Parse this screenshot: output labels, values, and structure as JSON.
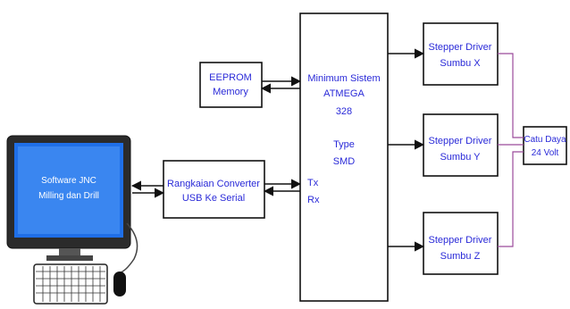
{
  "colors": {
    "text": "#2a2ad8",
    "line": "#111111",
    "power_line": "#9b4a9b",
    "screen": "#1f6fe8"
  },
  "computer": {
    "screen_lines": [
      "Software JNC",
      "Milling dan Drill"
    ]
  },
  "converter": {
    "lines": [
      "Rangkaian Converter",
      "USB  Ke Serial"
    ]
  },
  "eeprom": {
    "lines": [
      "EEPROM",
      "Memory"
    ]
  },
  "mcu": {
    "lines": [
      "Minimum Sistem",
      "ATMEGA",
      "328"
    ],
    "type_lines": [
      "Type",
      "SMD"
    ],
    "tx_label": "Tx",
    "rx_label": "Rx"
  },
  "drivers": [
    {
      "lines": [
        "Stepper Driver",
        "Sumbu X"
      ]
    },
    {
      "lines": [
        "Stepper Driver",
        "Sumbu Y"
      ]
    },
    {
      "lines": [
        "Stepper Driver",
        "Sumbu Z"
      ]
    }
  ],
  "power": {
    "lines": [
      "Catu Daya",
      "24 Volt"
    ]
  }
}
